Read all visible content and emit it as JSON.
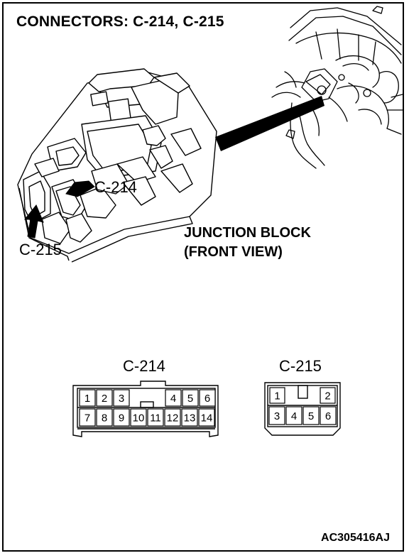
{
  "header": {
    "title": "CONNECTORS: C-214, C-215"
  },
  "illustration": {
    "callout_c214": "C-214",
    "callout_c215": "C-215",
    "view_line1": "JUNCTION BLOCK",
    "view_line2": "(FRONT VIEW)"
  },
  "connector_c214": {
    "label": "C-214",
    "top_row": [
      "1",
      "2",
      "3",
      "",
      "4",
      "5",
      "6"
    ],
    "bottom_row": [
      "7",
      "8",
      "9",
      "10",
      "11",
      "12",
      "13",
      "14"
    ]
  },
  "connector_c215": {
    "label": "C-215",
    "top_row": [
      "1",
      "",
      "2"
    ],
    "bottom_row": [
      "3",
      "4",
      "5",
      "6"
    ]
  },
  "footer": {
    "figure_id": "AC305416AJ"
  }
}
